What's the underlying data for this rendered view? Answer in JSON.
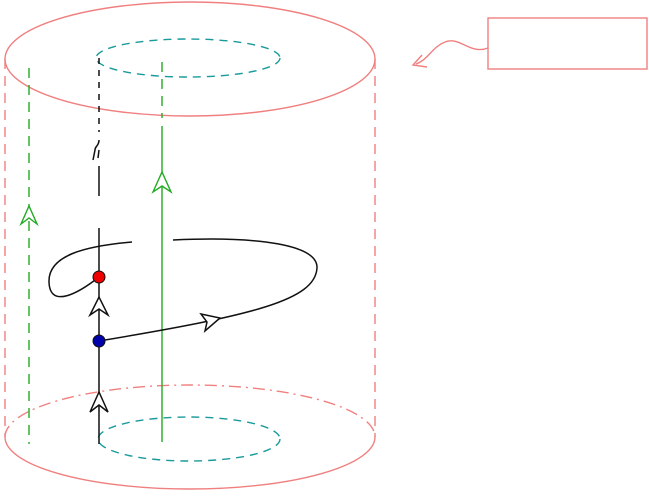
{
  "colors": {
    "boundary": "#f08080",
    "inner_torus": "#1a9a9a",
    "green_strand": "#22aa22",
    "black_strand": "#111111",
    "red_point": "#ee0000",
    "blue_point": "#0000aa",
    "background": "#ffffff"
  },
  "label_box": {
    "text": ""
  },
  "elements": {
    "outer_cylinder": "solid-torus-boundary",
    "inner_tube": "inner-annulus",
    "strands": [
      "green-strand-left",
      "green-strand-center",
      "black-strand"
    ],
    "points": [
      "red-point",
      "blue-point"
    ],
    "arrows": [
      "arrow-green-left",
      "arrow-green-center",
      "arrow-black-lower",
      "arrow-black-upper",
      "arrow-loop"
    ]
  }
}
